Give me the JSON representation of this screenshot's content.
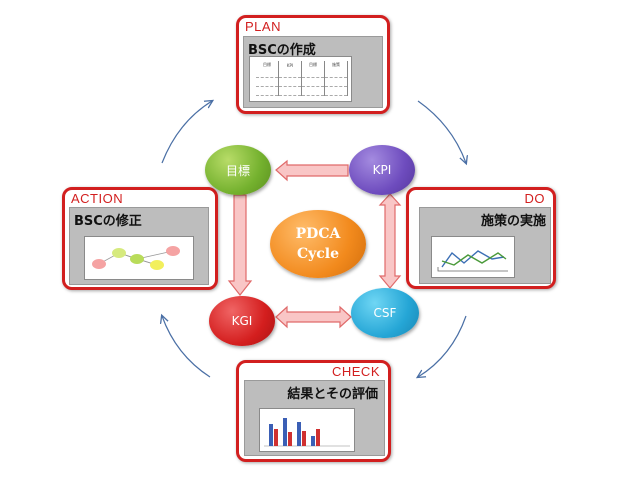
{
  "cards": {
    "plan": {
      "phase": "PLAN",
      "title": "BSCの作成",
      "table_headers": [
        "目標",
        "KPI",
        "目標",
        "施策"
      ]
    },
    "do": {
      "phase": "DO",
      "title": "施策の実施"
    },
    "check": {
      "phase": "CHECK",
      "title": "結果とその評価"
    },
    "action": {
      "phase": "ACTION",
      "title": "BSCの修正"
    }
  },
  "nodes": {
    "goal": {
      "label": "目標"
    },
    "kpi": {
      "label": "KPI"
    },
    "kgi": {
      "label": "KGI"
    },
    "csf": {
      "label": "CSF"
    },
    "center": {
      "line1": "PDCA",
      "line2": "Cycle"
    }
  },
  "colors": {
    "card_border": "#d21f1f",
    "goal": "#74b12e",
    "kpi": "#6e4cbe",
    "kgi": "#d41e1e",
    "csf": "#25a6d6",
    "center": "#f28a1d",
    "arrow_fill": "#f9c6c6",
    "arrow_stroke": "#e06a6a",
    "cycle_arrow": "#4a6fa5"
  }
}
